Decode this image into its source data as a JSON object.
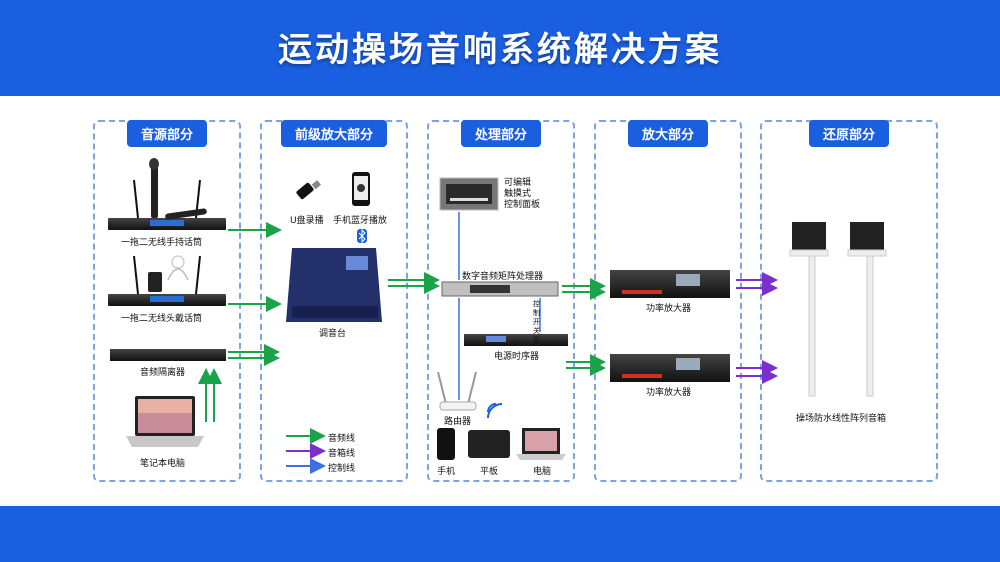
{
  "title": "运动操场音响系统解决方案",
  "sections": {
    "source": "音源部分",
    "pre": "前级放大部分",
    "process": "处理部分",
    "amp": "放大部分",
    "restore": "还原部分"
  },
  "devices": {
    "handheld_mic": "一拖二无线手持话筒",
    "headset_mic": "一拖二无线头戴话筒",
    "isolator": "音频隔离器",
    "laptop": "笔记本电脑",
    "usb": "U盘录播",
    "phone_bt": "手机蓝牙播放",
    "mixer": "调音台",
    "touch_panel": "可编辑\n触摸式\n控制面板",
    "touch_panel_l1": "可编辑",
    "touch_panel_l2": "触摸式",
    "touch_panel_l3": "控制面板",
    "matrix": "数字音频矩阵处理器",
    "control_switch": "控制开关机",
    "sequencer": "电源时序器",
    "router": "路由器",
    "phone": "手机",
    "tablet": "平板",
    "computer": "电脑",
    "amp1": "功率放大器",
    "amp2": "功率放大器",
    "speakers": "操场防水线性阵列音箱"
  },
  "legend": {
    "audio": "音频线",
    "speaker": "音箱线",
    "control": "控制线"
  },
  "colors": {
    "brand": "#1a5fe0",
    "audio_line": "#1aa34a",
    "speaker_line": "#7b2fd0",
    "control_line": "#3c6fe0"
  }
}
